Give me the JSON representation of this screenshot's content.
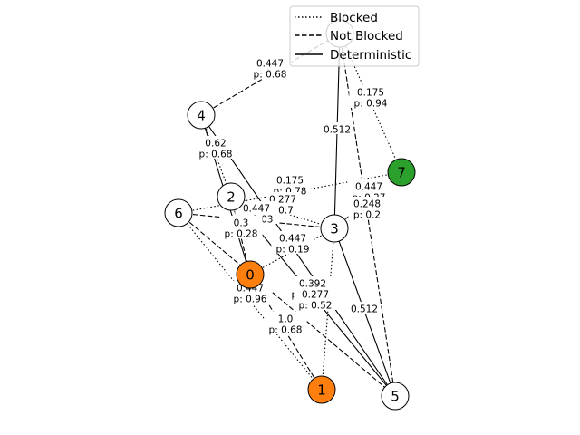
{
  "legend": {
    "items": [
      {
        "label": "Blocked",
        "style": "dotted"
      },
      {
        "label": "Not Blocked",
        "style": "dashed"
      },
      {
        "label": "Deterministic",
        "style": "solid"
      }
    ]
  },
  "colors": {
    "default_node": "#ffffff",
    "orange": "#ff7f0e",
    "green": "#2ca02c",
    "stroke": "#000000"
  },
  "nodes": [
    {
      "id": "0",
      "color": "orange"
    },
    {
      "id": "1",
      "color": "orange"
    },
    {
      "id": "2",
      "color": "default_node"
    },
    {
      "id": "3",
      "color": "default_node"
    },
    {
      "id": "4",
      "color": "default_node"
    },
    {
      "id": "5",
      "color": "default_node"
    },
    {
      "id": "6",
      "color": "default_node"
    },
    {
      "id": "7",
      "color": "green"
    },
    {
      "id": "8",
      "color": "default_node"
    }
  ],
  "edges": [
    {
      "from": "4",
      "to": "8",
      "style": "dashed",
      "line1": "0.447",
      "line2": "p: 0.68"
    },
    {
      "from": "8",
      "to": "7",
      "style": "dotted",
      "line1": "0.175",
      "line2": "p: 0.94"
    },
    {
      "from": "8",
      "to": "3",
      "style": "solid",
      "line1": "0.512",
      "line2": ""
    },
    {
      "from": "8",
      "to": "5",
      "style": "dashed",
      "line1": "0.447",
      "line2": "p: 0.27"
    },
    {
      "from": "4",
      "to": "2",
      "style": "dotted",
      "line1": "0.62",
      "line2": "p: 0.68"
    },
    {
      "from": "4",
      "to": "0",
      "style": "solid",
      "line1": "",
      "line2": ""
    },
    {
      "from": "4",
      "to": "5",
      "style": "solid",
      "line1": "0.392",
      "line2": "p: 0.1.32"
    },
    {
      "from": "6",
      "to": "7",
      "style": "dotted",
      "line1": "0.175",
      "line2": "p: 0.78"
    },
    {
      "from": "2",
      "to": "3",
      "style": "dotted",
      "line1": "0.277",
      "line2": ": 0.7"
    },
    {
      "from": "6",
      "to": "3",
      "style": "dashed",
      "line1": "0.447",
      "line2": "p: 0.03"
    },
    {
      "from": "2",
      "to": "0",
      "style": "dashed",
      "line1": "0.3",
      "line2": "p: 0.28"
    },
    {
      "from": "3",
      "to": "7",
      "style": "dashed",
      "line1": "0.248",
      "line2": "p: 0.2"
    },
    {
      "from": "0",
      "to": "3",
      "style": "dotted",
      "line1": "0.447",
      "line2": "p: 0.19"
    },
    {
      "from": "3",
      "to": "5",
      "style": "solid",
      "line1": "0.512",
      "line2": ""
    },
    {
      "from": "3",
      "to": "1",
      "style": "dotted",
      "line1": "",
      "line2": ""
    },
    {
      "from": "6",
      "to": "5",
      "style": "dashed",
      "line1": "0.277",
      "line2": "p: 0.52"
    },
    {
      "from": "0",
      "to": "1",
      "style": "dashed",
      "line1": "1.0",
      "line2": "p: 0.68"
    },
    {
      "from": "6",
      "to": "1",
      "style": "dotted",
      "line1": "0.447",
      "line2": "p: 0.96"
    },
    {
      "from": "2",
      "to": "5",
      "style": "solid",
      "line1": "",
      "line2": ""
    }
  ]
}
